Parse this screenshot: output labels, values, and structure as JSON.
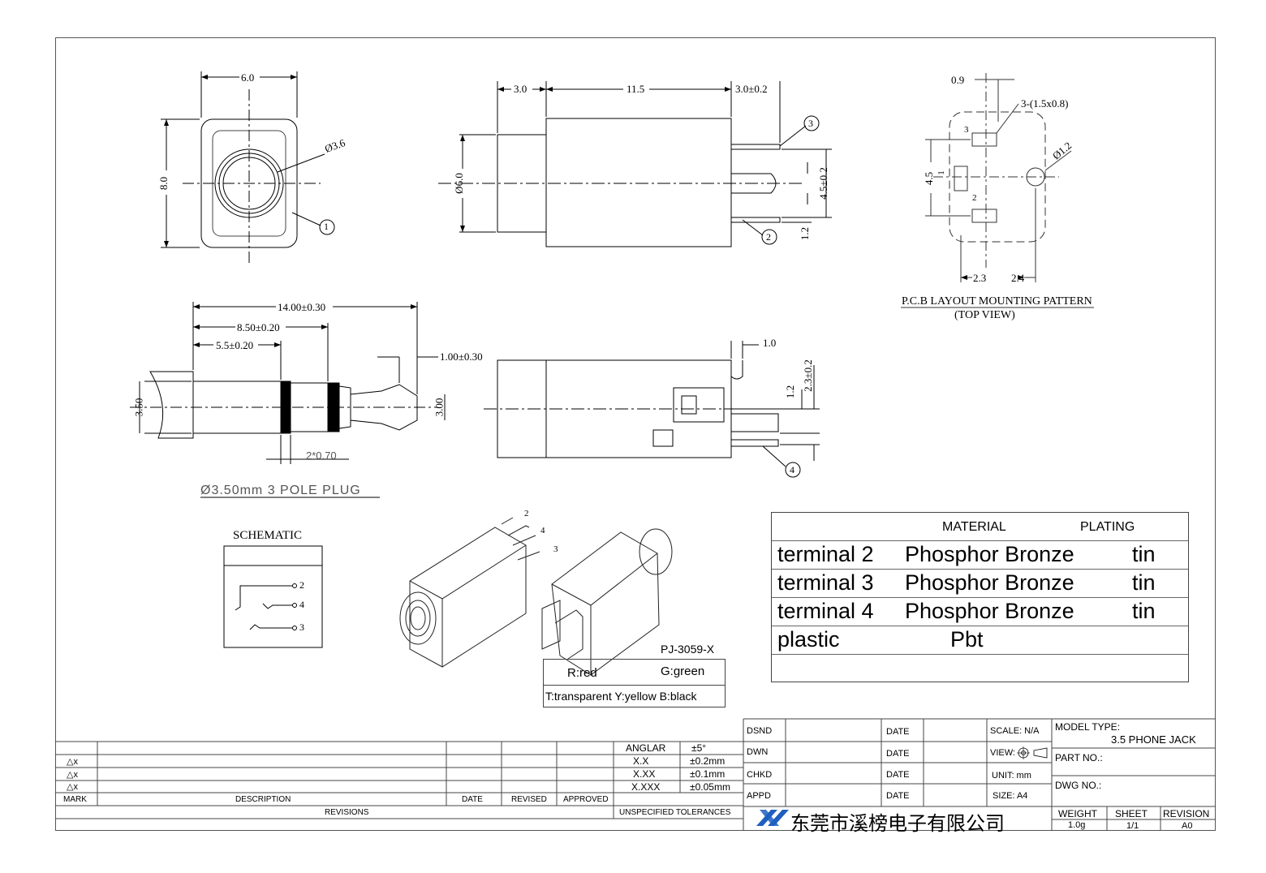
{
  "dims": {
    "front_width": "6.0",
    "front_height": "8.0",
    "hole_dia": "Ø3.6",
    "side_rear": "3.0",
    "side_body": "11.5",
    "side_pin": "3.0±0.2",
    "side_dia": "Ø6.0",
    "side_pin_pitch": "4.5±0.2",
    "side_pin_h": "1.2",
    "pcb_09": "0.9",
    "pcb_slots": "3-(1.5x0.8)",
    "pcb_hole": "Ø1.2",
    "pcb_45": "4.5",
    "pcb_23": "2.3",
    "pcb_24": "2.4",
    "plug_total": "14.00±0.30",
    "plug_850": "8.50±0.20",
    "plug_55": "5.5±0.20",
    "plug_tip": "1.00±0.30",
    "plug_dia": "3.50",
    "plug_tipdia": "3.00",
    "plug_ring": "2*0.70",
    "bottom_10": "1.0",
    "bottom_12": "1.2",
    "bottom_23": "2.3±0.2"
  },
  "callouts": {
    "c1": "1",
    "c2": "2",
    "c3": "3",
    "c4": "4"
  },
  "pcb_labels": {
    "p3": "3",
    "p1": "1",
    "p2": "2"
  },
  "pcb_title": "P.C.B LAYOUT MOUNTING PATTERN",
  "pcb_subtitle": "(TOP VIEW)",
  "plug_title": "Ø3.50mm 3 POLE PLUG",
  "schematic": {
    "title": "SCHEMATIC",
    "pins": [
      "2",
      "4",
      "3"
    ]
  },
  "materials": {
    "headers": [
      "MATERIAL",
      "PLATING"
    ],
    "rows": [
      {
        "part": "terminal 2",
        "material": "Phosphor Bronze",
        "plating": "tin"
      },
      {
        "part": "terminal 3",
        "material": "Phosphor Bronze",
        "plating": "tin"
      },
      {
        "part": "terminal 4",
        "material": "Phosphor Bronze",
        "plating": "tin"
      },
      {
        "part": "plastic",
        "material": "Pbt",
        "plating": ""
      }
    ]
  },
  "part_code": "PJ-3059-X",
  "colors": {
    "row1": [
      "R:red",
      "G:green"
    ],
    "row2": "T:transparent Y:yellow B:black"
  },
  "tolerances": {
    "anglar": "ANGLAR",
    "anglar_v": "±5°",
    "xx": "X.X",
    "xx_v": "±0.2mm",
    "xxx": "X.XX",
    "xxx_v": "±0.1mm",
    "xxxx": "X.XXX",
    "xxxx_v": "±0.05mm",
    "footer": "UNSPECIFIED TOLERANCES"
  },
  "revisions": {
    "marks": [
      "△x",
      "△x",
      "△x"
    ],
    "mark": "MARK",
    "description": "DESCRIPTION",
    "date": "DATE",
    "revised": "REVISED",
    "approved": "APPROVED",
    "footer": "REVISIONS"
  },
  "titleblock": {
    "dsnd": "DSND",
    "dwn": "DWN",
    "chkd": "CHKD",
    "appd": "APPD",
    "date": "DATE",
    "scale": "SCALE: N/A",
    "view": "VIEW:",
    "unit": "UNIT: mm",
    "size": "SIZE: A4",
    "model_type": "MODEL TYPE:",
    "model_value": "3.5 PHONE JACK",
    "part_no": "PART NO.:",
    "dwg_no": "DWG NO.:",
    "weight": "WEIGHT",
    "weight_v": "1.0g",
    "sheet": "SHEET",
    "sheet_v": "1/1",
    "revision": "REVISION",
    "revision_v": "A0",
    "company": "东莞市溪榜电子有限公司"
  },
  "accent": {
    "red": "#c0282d",
    "blue": "#1f5fbf"
  }
}
